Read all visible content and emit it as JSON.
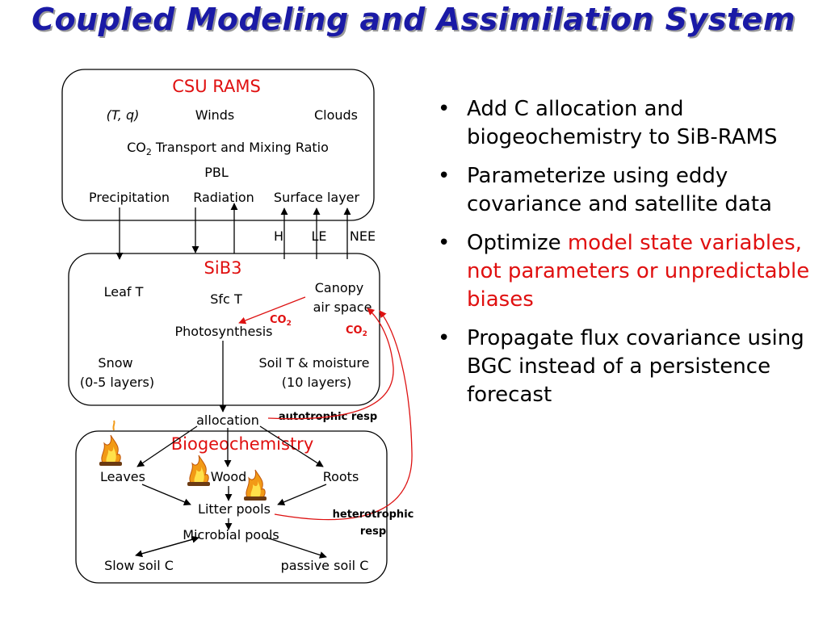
{
  "title": "Coupled Modeling and Assimilation System",
  "colors": {
    "title": "#1a1aa6",
    "highlight": "#e01010",
    "arrow_red": "#dd1111"
  },
  "rams": {
    "header": "CSU RAMS",
    "tq": "(T, q)",
    "winds": "Winds",
    "clouds": "Clouds",
    "co2_pre": "CO",
    "co2_sub": "2",
    "transport": " Transport and Mixing Ratio",
    "pbl": "PBL",
    "precip": "Precipitation",
    "radiation": "Radiation",
    "surface": "Surface layer"
  },
  "fluxes": {
    "h": "H",
    "le": "LE",
    "nee": "NEE"
  },
  "sib": {
    "header": "SiB3",
    "leaf_t": "Leaf T",
    "sfc_t": "Sfc T",
    "canopy": "Canopy",
    "air_space": "air space",
    "photosynthesis": "Photosynthesis",
    "co2_a": "CO",
    "co2_a_sub": "2",
    "co2_b": "CO",
    "co2_b_sub": "2",
    "snow": "Snow",
    "snow_layers": "(0-5 layers)",
    "soil": "Soil T & moisture",
    "soil_layers": "(10 layers)"
  },
  "links": {
    "allocation": "allocation",
    "autotrophic": "autotrophic resp",
    "heterotrophic": "heterotrophic",
    "heterotrophic2": "resp"
  },
  "bgc": {
    "header": "Biogeochemistry",
    "leaves": "Leaves",
    "wood": "Wood",
    "roots": "Roots",
    "litter": "Litter pools",
    "microbial": "Microbial pools",
    "slow": "Slow soil C",
    "passive": "passive soil C"
  },
  "icons": [
    "fire-icon",
    "fire-icon",
    "fire-icon"
  ],
  "bullets": [
    {
      "text": "Add C allocation and biogeochemistry to SiB-RAMS"
    },
    {
      "text": "Parameterize using eddy covariance and satellite data"
    },
    {
      "pre": "Optimize ",
      "highlight": "model state variables, not parameters or unpredictable biases"
    },
    {
      "text": "Propagate flux covariance using BGC instead of a persistence forecast"
    }
  ],
  "bullet_char": "•"
}
